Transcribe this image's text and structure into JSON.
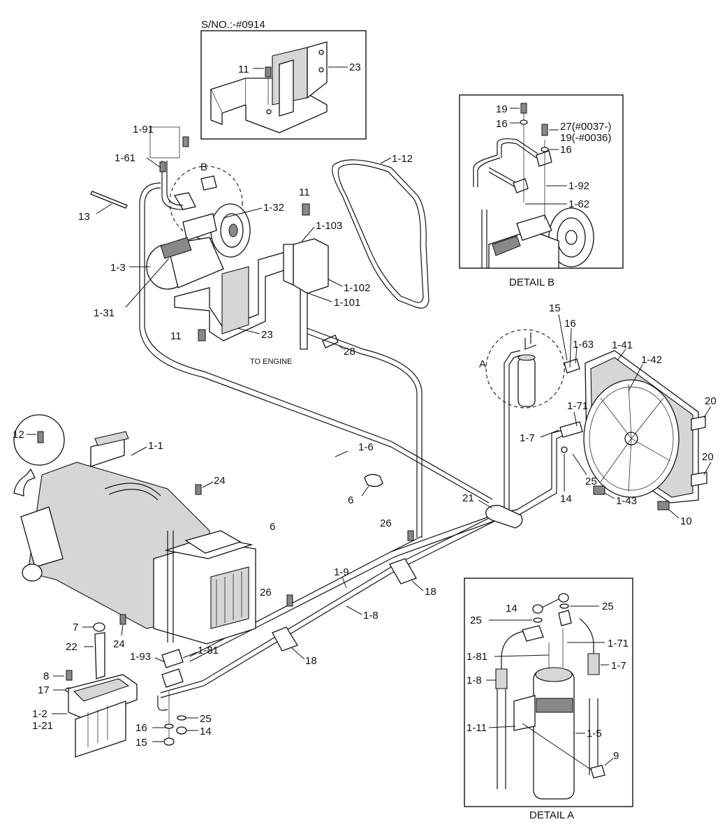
{
  "diagram": {
    "serial_note": "S/NO.:-#0914",
    "detail_b_title": "DETAIL B",
    "detail_a_title": "DETAIL A",
    "to_engine": "TO ENGINE",
    "detail_markers": {
      "a": "A",
      "b": "B"
    },
    "labels": {
      "l_11_top": "11",
      "l_23_top": "23",
      "l_1_91": "1-91",
      "l_1_61": "1-61",
      "l_13": "13",
      "l_1_32": "1-32",
      "l_1_3": "1-3",
      "l_1_31": "1-31",
      "l_11_mid": "11",
      "l_1_103": "1-103",
      "l_1_102": "1-102",
      "l_1_101": "1-101",
      "l_11_low": "11",
      "l_23_low": "23",
      "l_28": "28",
      "l_1_12": "1-12",
      "b_19": "19",
      "b_16a": "16",
      "b_27": "27(#0037-)",
      "b_19b": "19(-#0036)",
      "b_16b": "16",
      "b_1_92": "1-92",
      "b_1_62": "1-62",
      "l_15": "15",
      "l_16": "16",
      "l_1_63": "1-63",
      "l_1_41": "1-41",
      "l_1_42": "1-42",
      "l_20a": "20",
      "l_1_71": "1-71",
      "l_1_7": "1-7",
      "l_20b": "20",
      "l_25": "25",
      "l_14": "14",
      "l_1_43": "1-43",
      "l_10": "10",
      "l_12": "12",
      "l_1_1": "1-1",
      "l_1_6": "1-6",
      "l_6a": "6",
      "l_24a": "24",
      "l_6b": "6",
      "l_21": "21",
      "l_26a": "26",
      "l_1_9": "1-9",
      "l_18a": "18",
      "l_26b": "26",
      "l_1_8": "1-8",
      "l_7": "7",
      "l_24b": "24",
      "l_22": "22",
      "l_18b": "18",
      "l_1_93": "1-93",
      "l_1_81": "1-81",
      "l_8": "8",
      "l_17": "17",
      "l_1_2": "1-2",
      "l_1_21": "1-21",
      "l_16c": "16",
      "l_25c": "25",
      "l_14c": "14",
      "l_15c": "15",
      "a_14": "14",
      "a_25a": "25",
      "a_25b": "25",
      "a_1_71": "1-71",
      "a_1_81": "1-81",
      "a_1_7": "1-7",
      "a_1_8": "1-8",
      "a_1_11": "1-11",
      "a_1_5": "1-5",
      "a_9": "9"
    }
  }
}
